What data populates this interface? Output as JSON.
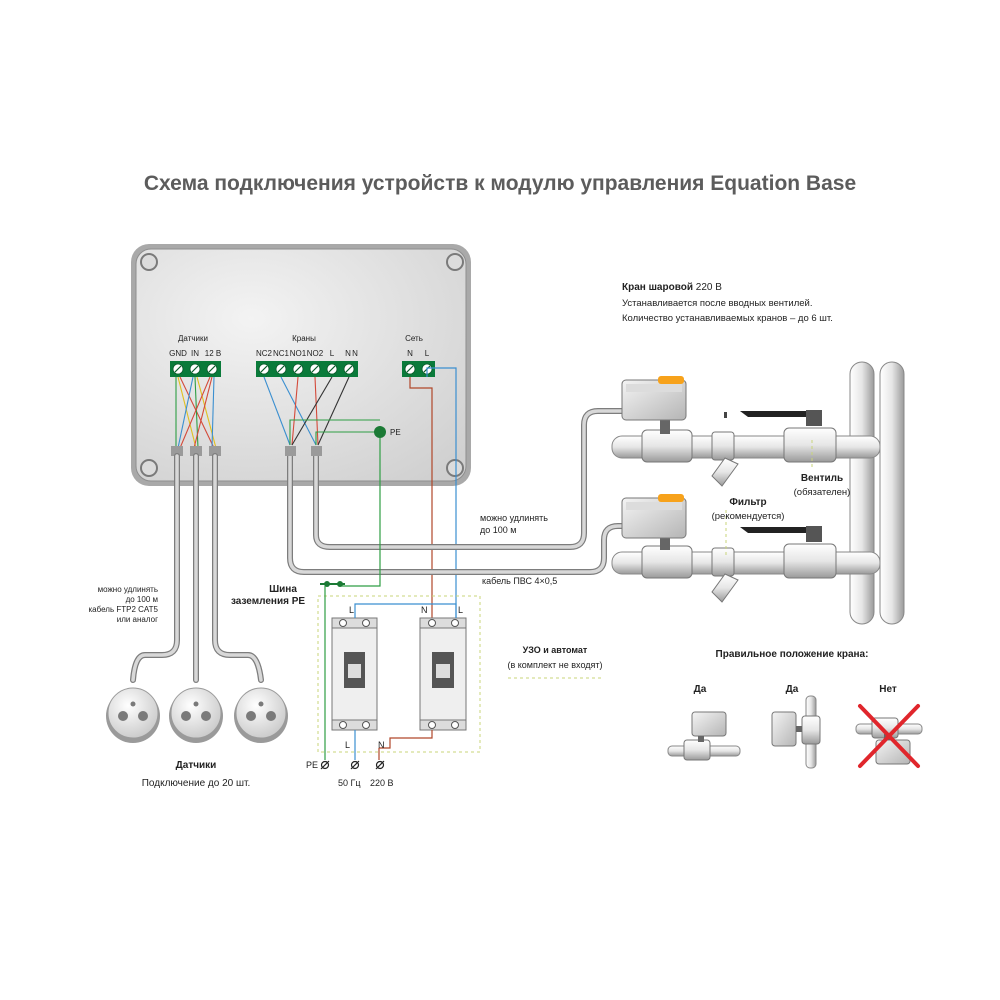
{
  "title": "Схема подключения устройств к модулю управления Equation Base",
  "module": {
    "sensors_group": "Датчики",
    "sensors_terminals": [
      "GND",
      "IN",
      "12 В"
    ],
    "valves_group": "Краны",
    "valves_terminals": [
      "NC2",
      "NC1",
      "NO1",
      "NO2",
      "L",
      "N",
      "N"
    ],
    "network_group": "Сеть",
    "network_terminals": [
      "N",
      "L"
    ],
    "pe_label": "PE"
  },
  "valve_info": {
    "name": "Кран шаровой",
    "voltage": "220 В",
    "line1": "Устанавливается после вводных вентилей.",
    "line2": "Количество устанавливаемых кранов – до 6 шт."
  },
  "ventil": {
    "name": "Вентиль",
    "note": "(обязателен)"
  },
  "filter": {
    "name": "Фильтр",
    "note": "(рекомендуется)"
  },
  "cable_valves": {
    "line1": "можно удлинять",
    "line2": "до 100 м",
    "line3": "кабель ПВС 4×0,5"
  },
  "cable_sensors": {
    "line1": "можно удлинять",
    "line2": "до 100 м",
    "line3": "кабель FTP2 CAT5",
    "line4": "или аналог"
  },
  "pe_bus": {
    "line1": "Шина",
    "line2": "заземления PE"
  },
  "breakers": {
    "left_top": "L",
    "left_bottom": "L",
    "right_top_n": "N",
    "right_top_l": "L",
    "right_bottom": "N",
    "title": "УЗО и автомат",
    "note": "(в комплект не входят)"
  },
  "mains": {
    "pe": "PE",
    "freq": "50 Гц",
    "voltage": "220 В"
  },
  "sensors": {
    "title": "Датчики",
    "note": "Подключение до 20 шт."
  },
  "orientation": {
    "title": "Правильное положение крана:",
    "yes1": "Да",
    "yes2": "Да",
    "no": "Нет"
  },
  "colors": {
    "terminal_green": "#0a7a3a",
    "pe_green": "#1b7a35",
    "red_cross": "#e0262c",
    "blue_wire": "#3b8fd0",
    "brown_wire": "#b0472a",
    "handle_orange": "#f7a21b"
  }
}
